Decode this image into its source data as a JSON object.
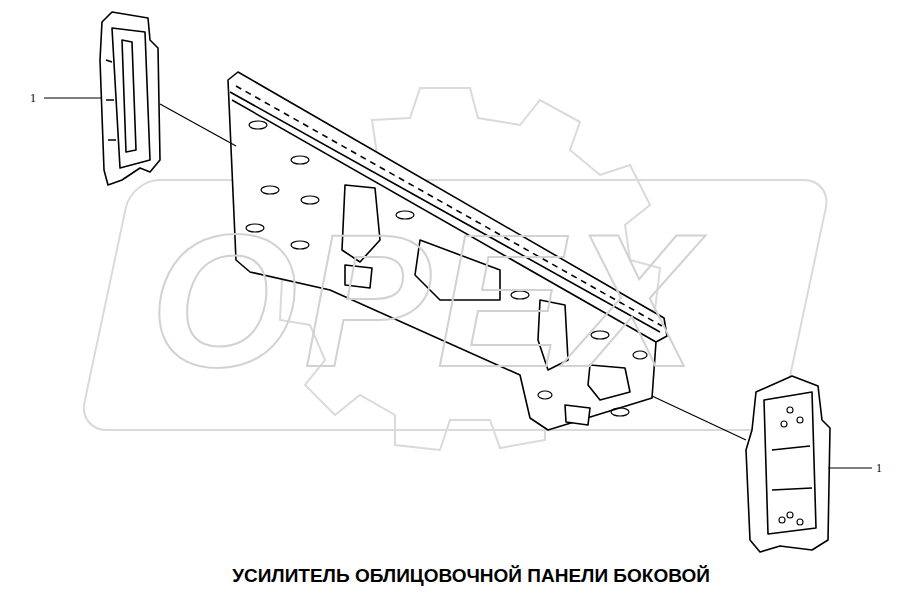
{
  "diagram": {
    "title": "УСИЛИТЕЛЬ ОБЛИЦОВОЧНОЙ ПАНЕЛИ БОКОВОЙ",
    "labels": [
      "1",
      "1",
      "OPEX"
    ]
  }
}
